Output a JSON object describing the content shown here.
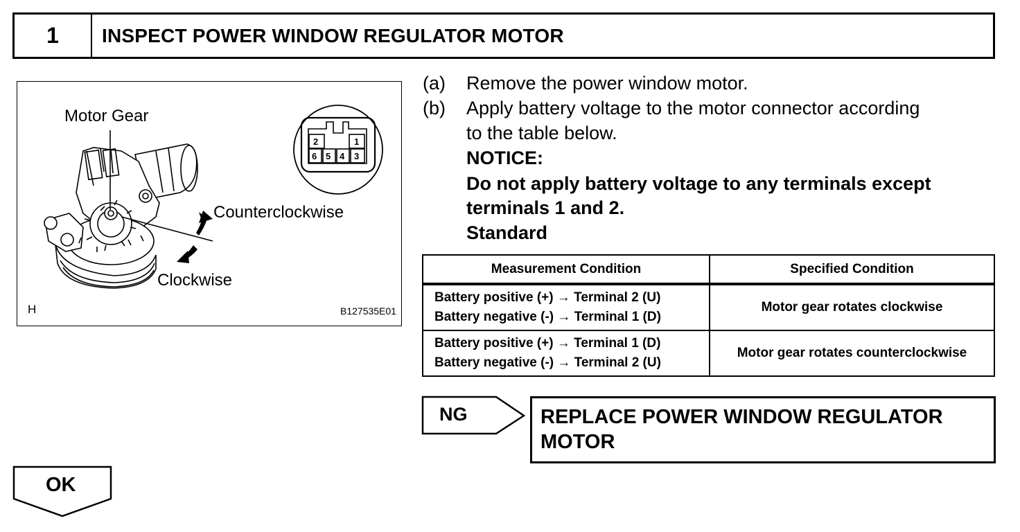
{
  "step": {
    "number": "1",
    "title": "INSPECT POWER WINDOW REGULATOR MOTOR"
  },
  "figure": {
    "label_motor_gear": "Motor Gear",
    "label_counterclockwise": "Counterclockwise",
    "label_clockwise": "Clockwise",
    "view_letter": "H",
    "figure_code": "B127535E01",
    "connector_pins_top": [
      "2",
      "1"
    ],
    "connector_pins_bottom": [
      "6",
      "5",
      "4",
      "3"
    ]
  },
  "instructions": [
    {
      "marker": "(a)",
      "text": "Remove the power window motor."
    },
    {
      "marker": "(b)",
      "text_line1": "Apply battery voltage to the motor connector according",
      "text_line2": "to the table below."
    }
  ],
  "notice": {
    "heading": "NOTICE:",
    "line1": "Do not apply battery voltage to any terminals except",
    "line2": "terminals 1 and 2.",
    "standard": "Standard"
  },
  "table": {
    "headers": [
      "Measurement Condition",
      "Specified Condition"
    ],
    "rows": [
      {
        "cond_line1": "Battery positive (+) → Terminal 2 (U)",
        "cond_line2": "Battery negative (-) → Terminal 1 (D)",
        "spec": "Motor gear rotates clockwise"
      },
      {
        "cond_line1": "Battery positive (+) → Terminal 1 (D)",
        "cond_line2": "Battery negative (-) → Terminal 2 (U)",
        "spec": "Motor gear rotates counterclockwise"
      }
    ]
  },
  "ng": {
    "label": "NG",
    "result_line1": "REPLACE POWER WINDOW REGULATOR",
    "result_line2": "MOTOR"
  },
  "ok": {
    "label": "OK"
  }
}
